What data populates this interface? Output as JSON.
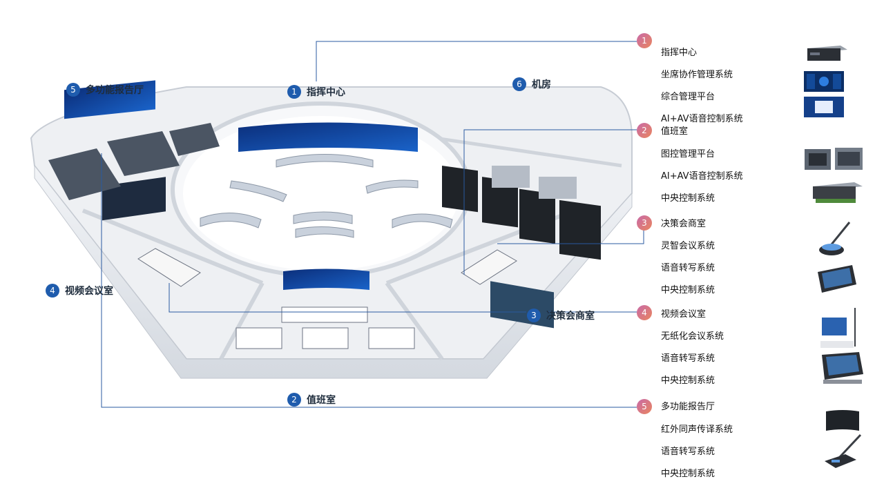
{
  "zones": [
    {
      "num": "1",
      "name": "指挥中心"
    },
    {
      "num": "2",
      "name": "值班室"
    },
    {
      "num": "3",
      "name": "决策会商室"
    },
    {
      "num": "4",
      "name": "视频会议室"
    },
    {
      "num": "5",
      "name": "多功能报告厅"
    },
    {
      "num": "6",
      "name": "机房"
    }
  ],
  "legend": [
    {
      "num": "1",
      "items": [
        "指挥中心",
        "坐席协作管理系统",
        "综合管理平台",
        "AI+AV语音控制系统"
      ]
    },
    {
      "num": "2",
      "items": [
        "值班室",
        "图控管理平台",
        "AI+AV语音控制系统",
        "中央控制系统"
      ]
    },
    {
      "num": "3",
      "items": [
        "决策会商室",
        "灵智会议系统",
        "语音转写系统",
        "中央控制系统"
      ]
    },
    {
      "num": "4",
      "items": [
        "视频会议室",
        "无纸化会议系统",
        "语音转写系统",
        "中央控制系统"
      ]
    },
    {
      "num": "5",
      "items": [
        "多功能报告厅",
        "红外同声传译系统",
        "语音转写系统",
        "中央控制系统"
      ]
    }
  ],
  "colors": {
    "zone_badge": "#1f5cad",
    "legend_badge_start": "#c86aa8",
    "legend_badge_end": "#e9855e",
    "connector": "#2a5aa0"
  },
  "devices": [
    "server-box-icon",
    "dashboard-screen-icon",
    "control-panel-icon",
    "matrix-switcher-icon",
    "central-controller-icon",
    "conference-mic-icon",
    "tablet-console-icon",
    "paperless-terminal-icon",
    "touch-panel-icon",
    "speaker-icon",
    "desk-mic-icon"
  ]
}
